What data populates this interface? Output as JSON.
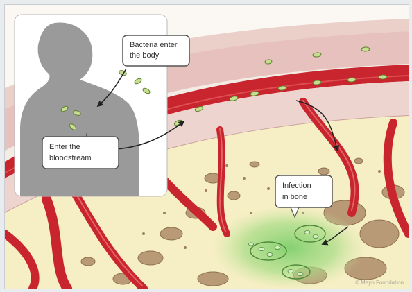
{
  "callouts": {
    "bacteria_enter": {
      "line1": "Bacteria enter",
      "line2": "the body"
    },
    "bloodstream": {
      "line1": "Enter the",
      "line2": "bloodstream"
    },
    "infection": {
      "line1": "Infection",
      "line2": "in bone"
    }
  },
  "credit": "© Mayo Foundation",
  "colors": {
    "frame_bg": "#e9ecee",
    "marrow": "#f6eec4",
    "bone_outer": "#e8c3c0",
    "vessel": "#c9252e",
    "bacteria": "#8fbf5a",
    "infection_glow": "#8cd07a",
    "silhouette": "#9a9a9a",
    "callout_border": "#555555"
  }
}
